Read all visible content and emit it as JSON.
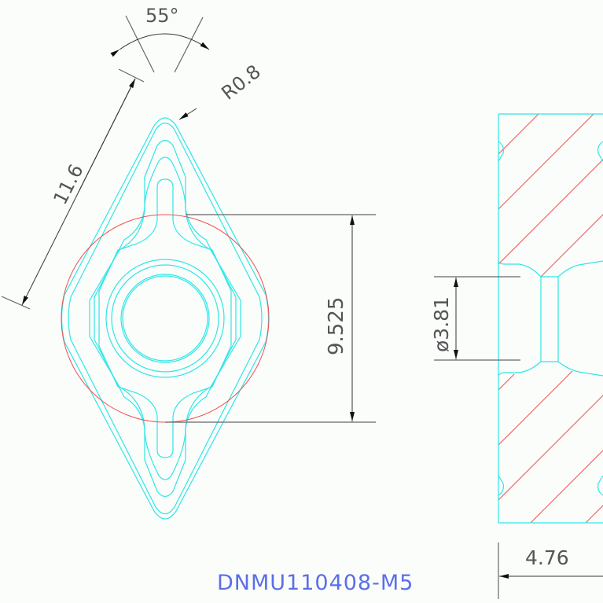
{
  "drawing": {
    "angle_label": "55°",
    "radius_label": "R0.8",
    "edge_length_label": "11.6",
    "inscribed_circle_label": "9.525",
    "hole_diameter_label": "ø3.81",
    "thickness_label": "4.76",
    "part_name": "DNMU110408-M5"
  },
  "colors": {
    "outline": "#2ee6e6",
    "inscribed_circle": "#f05050",
    "hatch": "#f05050",
    "dimension": "#333333",
    "title": "#5b6ee8"
  }
}
